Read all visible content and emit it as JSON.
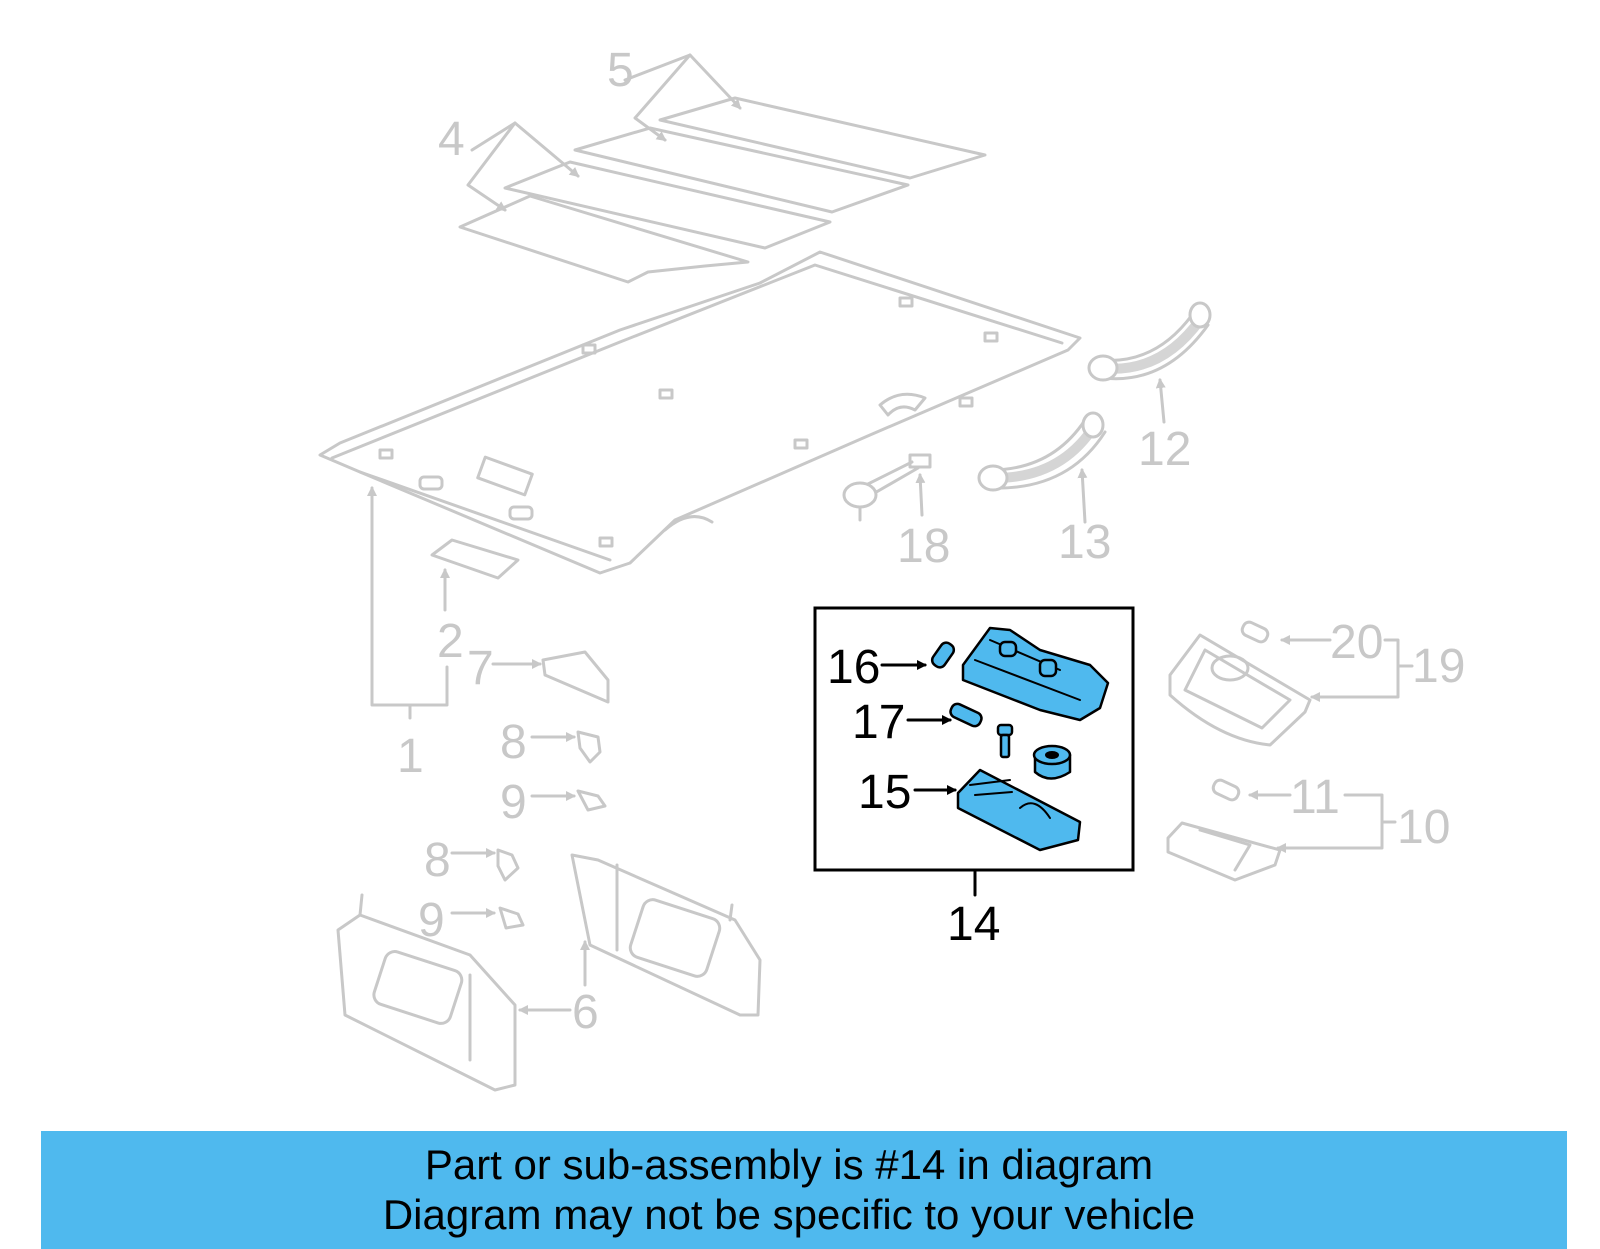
{
  "callouts": {
    "c1": "1",
    "c2": "2",
    "c4": "4",
    "c5": "5",
    "c6": "6",
    "c7": "7",
    "c8a": "8",
    "c8b": "8",
    "c9a": "9",
    "c9b": "9",
    "c10": "10",
    "c11": "11",
    "c12": "12",
    "c13": "13",
    "c14": "14",
    "c15": "15",
    "c16": "16",
    "c17": "17",
    "c18": "18",
    "c19": "19",
    "c20": "20"
  },
  "caption": {
    "line1": "Part or sub-assembly is #14 in diagram",
    "line2": "Diagram may not be specific to your vehicle"
  },
  "colors": {
    "highlight": "#4fb9ee",
    "dimmed": "#c8c8c8",
    "active": "#000000"
  }
}
